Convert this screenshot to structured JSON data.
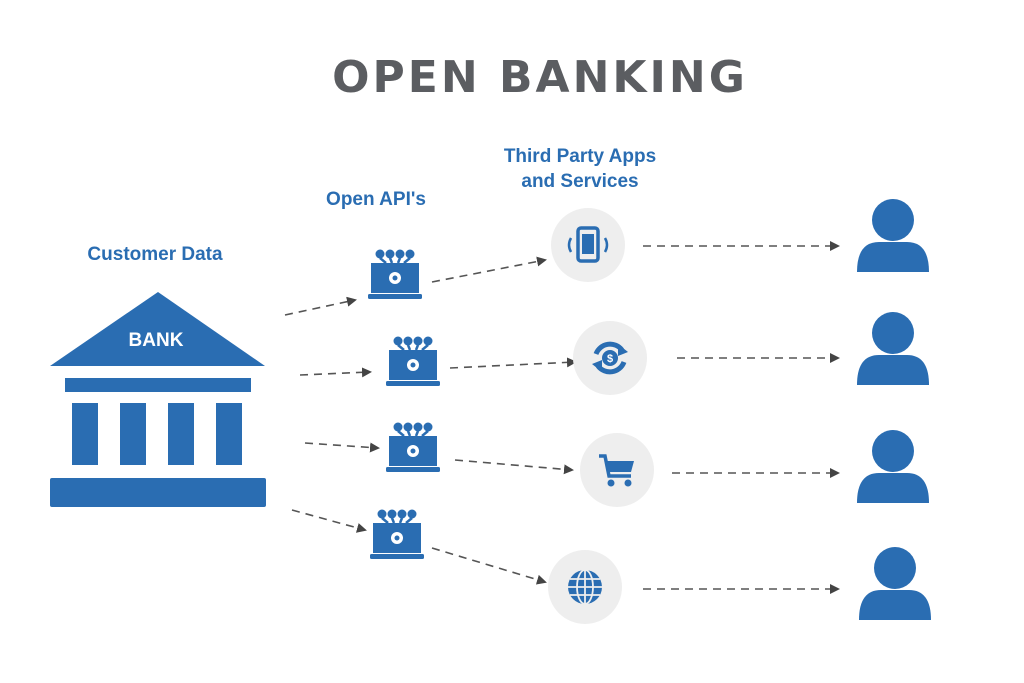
{
  "title": "OPEN BANKING",
  "labels": {
    "customer_data": "Customer Data",
    "open_apis": "Open API's",
    "third_party_line1": "Third Party Apps",
    "third_party_line2": "and Services"
  },
  "bank": {
    "label": "BANK",
    "icon": "bank-building-icon"
  },
  "colors": {
    "brand_blue": "#2a6db2",
    "title_gray": "#5b5d61",
    "circle_gray": "#eeeeee",
    "arrow": "#555555"
  },
  "rows": [
    {
      "api_icon": "api-laptop-icon",
      "service_icon": "mobile-phone-icon",
      "user_icon": "user-icon"
    },
    {
      "api_icon": "api-laptop-icon",
      "service_icon": "currency-exchange-icon",
      "user_icon": "user-icon"
    },
    {
      "api_icon": "api-laptop-icon",
      "service_icon": "shopping-cart-icon",
      "user_icon": "user-icon"
    },
    {
      "api_icon": "api-laptop-icon",
      "service_icon": "globe-icon",
      "user_icon": "user-icon"
    }
  ]
}
